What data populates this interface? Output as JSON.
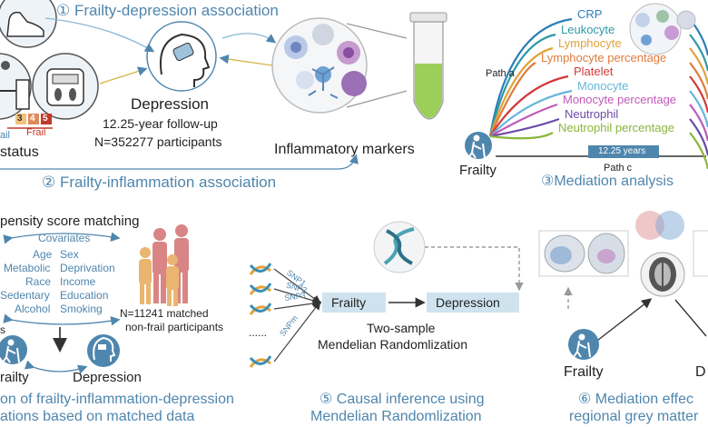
{
  "panel1": {
    "title": "① Frailty-depression association",
    "depression": "Depression",
    "followup": "12.25-year follow-up",
    "participants": "N=352277 participants",
    "status": "status",
    "scale": [
      "3",
      "4",
      "5"
    ],
    "ail": "ail",
    "frail": "Frail",
    "inflammatory": "Inflammatory markers"
  },
  "panel2": {
    "title": "② Frailty-inflammation association"
  },
  "panel3": {
    "markers": [
      {
        "label": "CRP",
        "color": "#2b7fb8"
      },
      {
        "label": "Leukocyte",
        "color": "#2e9aa6"
      },
      {
        "label": "Lymphocyte",
        "color": "#e0a33a"
      },
      {
        "label": "Lymphocyte percentage",
        "color": "#e07b3d"
      },
      {
        "label": "Platelet",
        "color": "#d23b3b"
      },
      {
        "label": "Monocyte",
        "color": "#66b6dc"
      },
      {
        "label": "Monocyte percentage",
        "color": "#c05ab8"
      },
      {
        "label": "Neutrophil",
        "color": "#6b4aa8"
      },
      {
        "label": "Neutrophil percentage",
        "color": "#8ab53c"
      }
    ],
    "path_a": "Path a",
    "path_c": "Path c",
    "years": "12.25 years",
    "frailty": "Frailty",
    "title": "③Mediation analysis"
  },
  "panel4": {
    "psm": "pensity score matching",
    "covariates": "Covariates",
    "cov_left": [
      "Age",
      "Metabolic",
      "Race",
      "Sedentary",
      "Alcohol"
    ],
    "cov_right": [
      "Sex",
      "Deprivation",
      "Income",
      "Education",
      "Smoking"
    ],
    "matched1": "N=11241 matched",
    "matched2": "non-frail participants",
    "s": "s",
    "frailty": "railty",
    "depression": "Depression",
    "title1": "on of frailty-inflammation-depression",
    "title2": "ations based on matched data"
  },
  "panel5": {
    "snps": [
      "SNP1",
      "SNP2",
      "SNP3",
      "SNPm"
    ],
    "dots": "......",
    "frailty": "Frailty",
    "depression": "Depression",
    "two_sample": "Two-sample",
    "mr": "Mendelian Randomlization",
    "title1": "⑤ Causal inference using",
    "title2": "Mendelian Randomlization"
  },
  "panel6": {
    "frailty": "Frailty",
    "d": "D",
    "title1": "⑥ Mediation effec",
    "title2": "regional grey matter"
  },
  "colors": {
    "accent": "#4f86ad",
    "box": "#cfe3ef",
    "green": "#8bc34a"
  }
}
